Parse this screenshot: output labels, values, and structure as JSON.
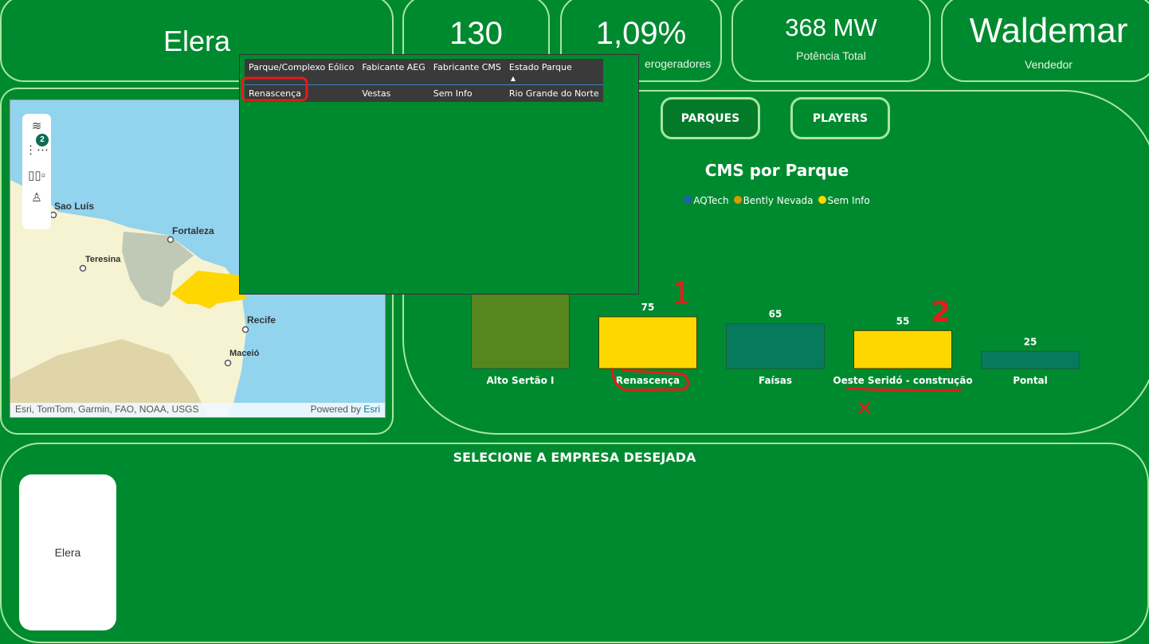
{
  "kpis": {
    "company": "Elera",
    "count": {
      "value": "130"
    },
    "percent": {
      "value": "1,09%",
      "label": "erogeradores"
    },
    "power": {
      "value": "368 MW",
      "label": "Potência Total"
    },
    "seller": {
      "value": "Waldemar",
      "label": "Vendedor"
    }
  },
  "map": {
    "cities": [
      "Sao Luís",
      "Fortaleza",
      "Teresina",
      "Recife",
      "Maceió"
    ],
    "attribution": "Esri, TomTom, Garmin, FAO, NOAA, USGS",
    "powered_by": "Powered by",
    "esri": "Esri",
    "toolbar": {
      "badge": "2",
      "icons": [
        "layers-icon",
        "selection-icon",
        "bar-chart-icon",
        "person-icon"
      ]
    },
    "highlight_color": "#ffd700"
  },
  "tooltip": {
    "columns": [
      "Parque/Complexo Eólico",
      "Fabicante AEG",
      "Fabricante CMS",
      "Estado Parque"
    ],
    "sort_indicator": "▲",
    "rows": [
      [
        "Renascença",
        "Vestas",
        "Sem Info",
        "Rio Grande do Norte"
      ]
    ]
  },
  "buttons": {
    "parques": "PARQUES",
    "players": "PLAYERS"
  },
  "chart_data": {
    "type": "bar",
    "title": "CMS por Parque",
    "legend": [
      {
        "name": "AQTech",
        "color": "#1f5fae"
      },
      {
        "name": "Bently Nevada",
        "color": "#d89a00"
      },
      {
        "name": "Sem Info",
        "color": "#ffd700"
      }
    ],
    "legend_position": "top",
    "categories": [
      "Alto Sertão I",
      "Renascença",
      "Faísas",
      "Oeste Seridó - construção",
      "Pontal"
    ],
    "values": [
      null,
      75,
      65,
      55,
      25
    ],
    "colors": [
      "#56861e",
      "#ffd700",
      "#077a5e",
      "#ffd700",
      "#077a5e"
    ],
    "data_labels": [
      "",
      "75",
      "65",
      "55",
      "25"
    ],
    "grid": false
  },
  "annotations": {
    "one": "1",
    "two": "2",
    "cross": "✕"
  },
  "company_selector": {
    "title": "SELECIONE A EMPRESA DESEJADA",
    "tiles": [
      {
        "label": "Elera"
      }
    ]
  }
}
